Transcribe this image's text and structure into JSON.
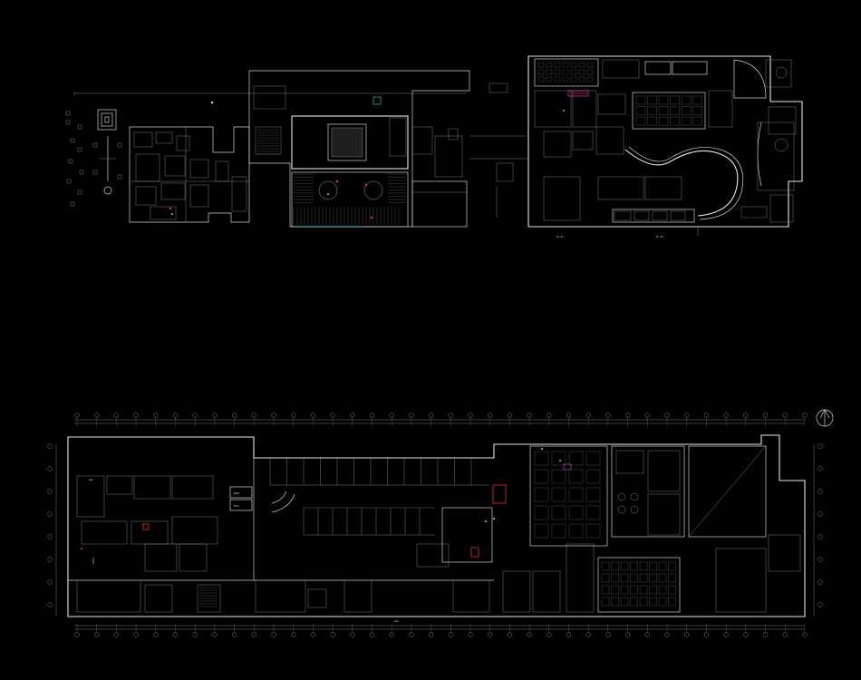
{
  "drawing": {
    "background": "#000000",
    "line_color": "#cfcfcf",
    "accent_colors": {
      "red": "#e0302a",
      "cyan": "#33d6e6",
      "magenta": "#d040d0",
      "green": "#39c84a",
      "yellow": "#e8d23a"
    }
  },
  "upper_plan": {
    "labels": {
      "left_tag": "PL-01",
      "right_tag": "PL-02"
    }
  },
  "lower_plan": {
    "room_tags": {
      "lift_a": "BAUT",
      "lift_b": "ESCL",
      "top_tag": "AAA",
      "bottom_tag": "AAA"
    },
    "grid_bubbles": [
      "1",
      "2",
      "3",
      "4",
      "5",
      "6",
      "7",
      "8",
      "9",
      "10",
      "11",
      "12",
      "13",
      "14",
      "15",
      "16",
      "17",
      "18",
      "19",
      "20",
      "21",
      "22",
      "23",
      "24",
      "25",
      "26",
      "27",
      "28",
      "29",
      "30",
      "31",
      "32",
      "33",
      "34",
      "35",
      "36",
      "37",
      "38"
    ],
    "row_bubbles": [
      "A",
      "B",
      "C",
      "D",
      "E",
      "F",
      "G",
      "H"
    ]
  }
}
